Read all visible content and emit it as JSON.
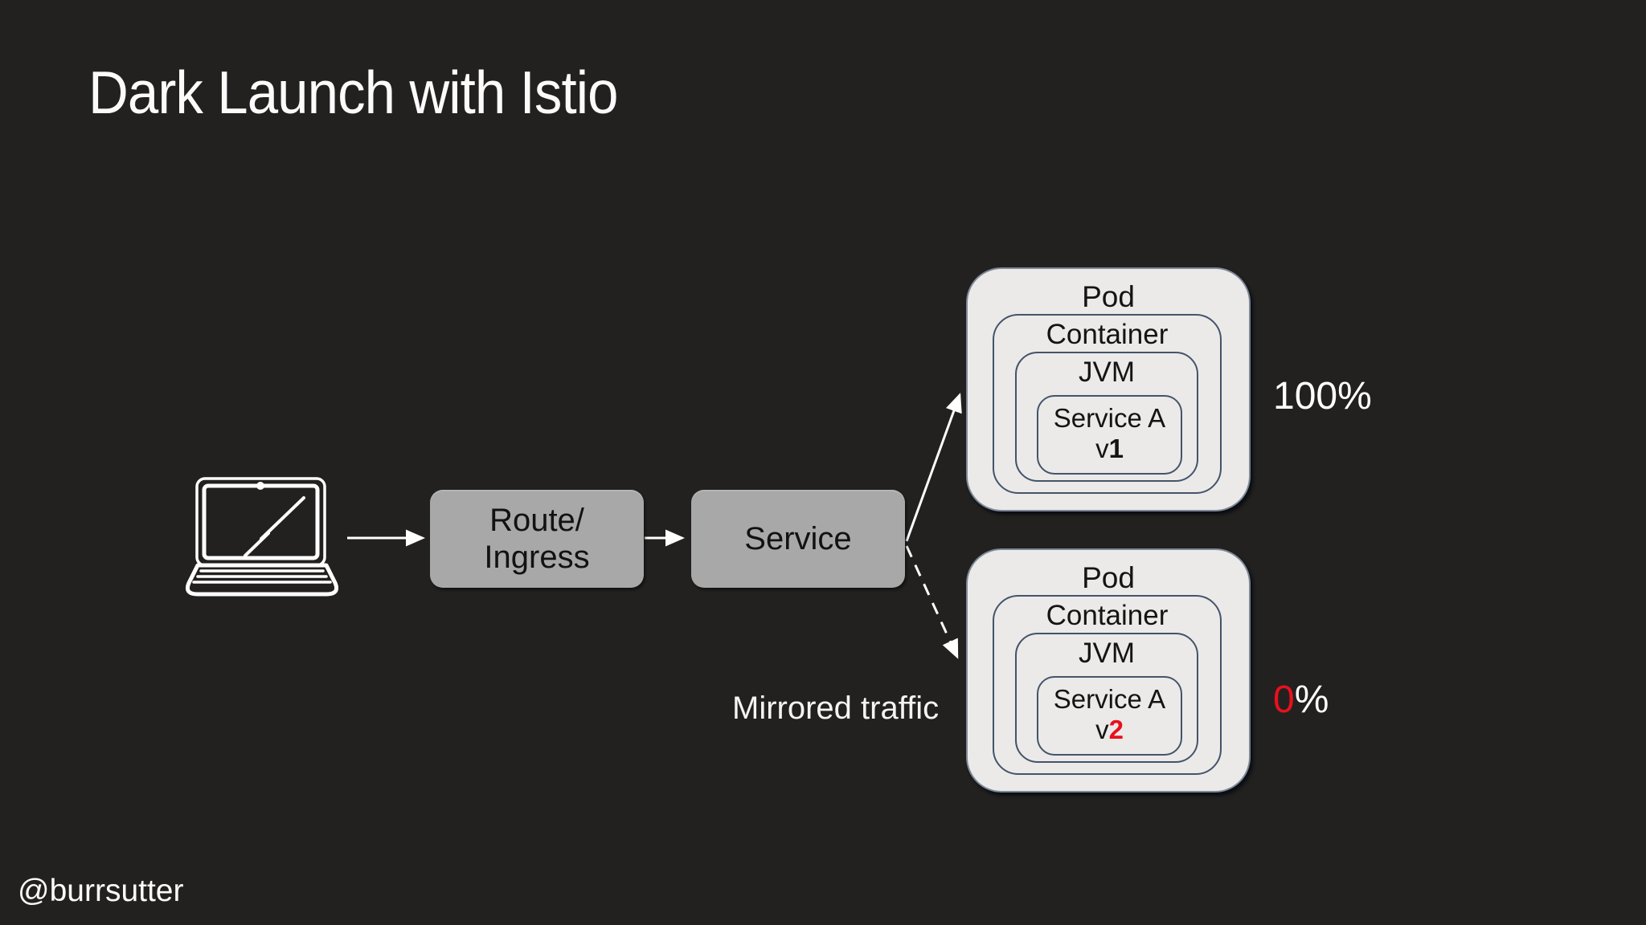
{
  "slide": {
    "title": "Dark Launch with Istio",
    "author_handle": "@burrsutter",
    "colors": {
      "background": "#222120",
      "title_text": "#fbfbfb",
      "node_fill": "#a8a8a8",
      "node_text": "#121212",
      "pod_fill": "#ebeae9",
      "pod_outer_border": "#7e8898",
      "pod_inner_border": "#44546a",
      "connector": "#ffffff",
      "highlight_red": "#e8101d"
    }
  },
  "diagram": {
    "client": {
      "icon": "laptop-icon"
    },
    "nodes": {
      "route": {
        "line1": "Route/",
        "line2": "Ingress"
      },
      "service": {
        "label": "Service"
      }
    },
    "pods": [
      {
        "pod_label": "Pod",
        "container_label": "Container",
        "jvm_label": "JVM",
        "service_name": "Service A",
        "version_prefix": "v",
        "version_number": "1",
        "traffic_value": "100",
        "percent_sign": "%"
      },
      {
        "pod_label": "Pod",
        "container_label": "Container",
        "jvm_label": "JVM",
        "service_name": "Service A",
        "version_prefix": "v",
        "version_number": "2",
        "traffic_value": "0",
        "percent_sign": "%"
      }
    ],
    "annotations": {
      "mirrored_traffic": "Mirrored traffic"
    }
  }
}
